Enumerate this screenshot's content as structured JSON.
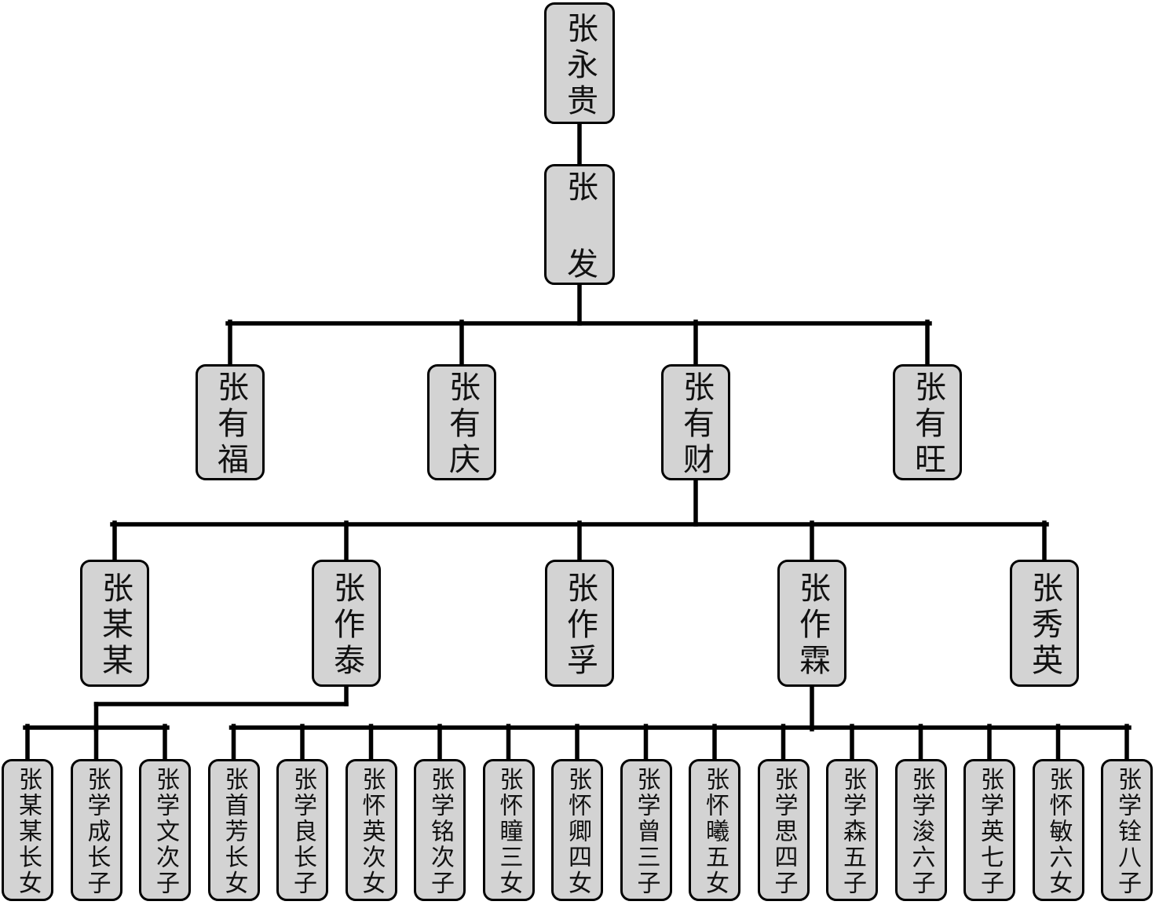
{
  "diagram": {
    "kind": "family-tree",
    "family_surname": "张",
    "colors": {
      "node_fill": "#d3d3d3",
      "node_border": "#000000",
      "line": "#000000",
      "background": "#ffffff"
    },
    "nodes": [
      {
        "id": "zhang-yonggui",
        "label": "张永贵",
        "generation": 1,
        "parent": null
      },
      {
        "id": "zhang-fa",
        "label": "张发",
        "generation": 2,
        "parent": "zhang-yonggui"
      },
      {
        "id": "zhang-youfu",
        "label": "张有福",
        "generation": 3,
        "parent": "zhang-fa"
      },
      {
        "id": "zhang-youqing",
        "label": "张有庆",
        "generation": 3,
        "parent": "zhang-fa"
      },
      {
        "id": "zhang-youcai",
        "label": "张有财",
        "generation": 3,
        "parent": "zhang-fa"
      },
      {
        "id": "zhang-youwang",
        "label": "张有旺",
        "generation": 3,
        "parent": "zhang-fa"
      },
      {
        "id": "zhang-moumou",
        "label": "张某某",
        "generation": 4,
        "parent": "zhang-youcai"
      },
      {
        "id": "zhang-zuotai",
        "label": "张作泰",
        "generation": 4,
        "parent": "zhang-youcai"
      },
      {
        "id": "zhang-zuofu",
        "label": "张作孚",
        "generation": 4,
        "parent": "zhang-youcai"
      },
      {
        "id": "zhang-zuolin",
        "label": "张作霖",
        "generation": 4,
        "parent": "zhang-youcai"
      },
      {
        "id": "zhang-xiuying",
        "label": "张秀英",
        "generation": 4,
        "parent": "zhang-youcai"
      },
      {
        "id": "g5-moumou-zhangnv",
        "label": "张某某长女",
        "generation": 5,
        "parent": "zhang-zuotai"
      },
      {
        "id": "g5-xuecheng",
        "label": "张学成长子",
        "generation": 5,
        "parent": "zhang-zuotai"
      },
      {
        "id": "g5-xuewen",
        "label": "张学文次子",
        "generation": 5,
        "parent": "zhang-zuotai"
      },
      {
        "id": "g5-shoufang",
        "label": "张首芳长女",
        "generation": 5,
        "parent": "zhang-zuolin"
      },
      {
        "id": "g5-xueliang",
        "label": "张学良长子",
        "generation": 5,
        "parent": "zhang-zuolin"
      },
      {
        "id": "g5-huaiying",
        "label": "张怀英次女",
        "generation": 5,
        "parent": "zhang-zuolin"
      },
      {
        "id": "g5-xueming",
        "label": "张学铭次子",
        "generation": 5,
        "parent": "zhang-zuolin"
      },
      {
        "id": "g5-huaitong",
        "label": "张怀瞳三女",
        "generation": 5,
        "parent": "zhang-zuolin"
      },
      {
        "id": "g5-huaiqing",
        "label": "张怀卿四女",
        "generation": 5,
        "parent": "zhang-zuolin"
      },
      {
        "id": "g5-xuezeng",
        "label": "张学曾三子",
        "generation": 5,
        "parent": "zhang-zuolin"
      },
      {
        "id": "g5-huaixi",
        "label": "张怀曦五女",
        "generation": 5,
        "parent": "zhang-zuolin"
      },
      {
        "id": "g5-xuesi",
        "label": "张学思四子",
        "generation": 5,
        "parent": "zhang-zuolin"
      },
      {
        "id": "g5-xuesen",
        "label": "张学森五子",
        "generation": 5,
        "parent": "zhang-zuolin"
      },
      {
        "id": "g5-xuejun",
        "label": "张学浚六子",
        "generation": 5,
        "parent": "zhang-zuolin"
      },
      {
        "id": "g5-xueying",
        "label": "张学英七子",
        "generation": 5,
        "parent": "zhang-zuolin"
      },
      {
        "id": "g5-huaimin",
        "label": "张怀敏六女",
        "generation": 5,
        "parent": "zhang-zuolin"
      },
      {
        "id": "g5-xuequan",
        "label": "张学铨八子",
        "generation": 5,
        "parent": "zhang-zuolin"
      }
    ]
  }
}
